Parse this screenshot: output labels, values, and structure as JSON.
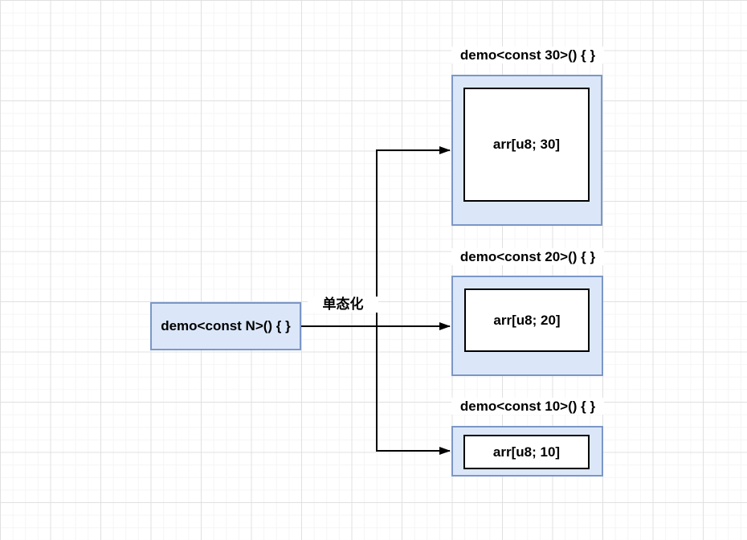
{
  "diagram": {
    "source_node": {
      "label": "demo<const N>() { }"
    },
    "edge_label": "单态化",
    "targets": [
      {
        "title": "demo<const 30>() { }",
        "inner_label": "arr[u8; 30]"
      },
      {
        "title": "demo<const 20>() { }",
        "inner_label": "arr[u8; 20]"
      },
      {
        "title": "demo<const 10>() { }",
        "inner_label": "arr[u8; 10]"
      }
    ],
    "colors": {
      "box_fill": "#dbe7f9",
      "box_border": "#7b97c6",
      "inner_fill": "#ffffff",
      "inner_border": "#000000",
      "arrow": "#000000",
      "text": "#000000",
      "grid_minor": "#f5f5f5",
      "grid_major": "#e0e0e0",
      "canvas_bg": "#ffffff"
    }
  }
}
